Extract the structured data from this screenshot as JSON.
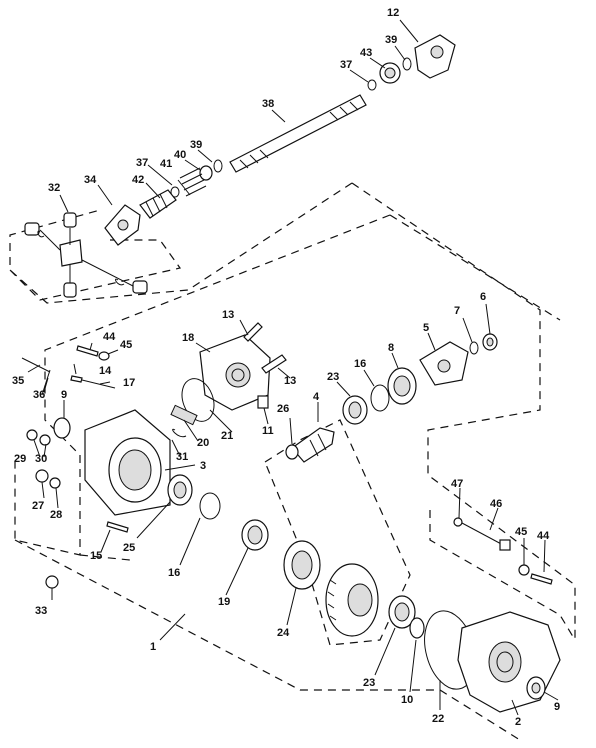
{
  "diagram": {
    "labels": [
      {
        "id": "l12",
        "text": "12"
      },
      {
        "id": "l39a",
        "text": "39"
      },
      {
        "id": "l43",
        "text": "43"
      },
      {
        "id": "l37a",
        "text": "37"
      },
      {
        "id": "l38",
        "text": "38"
      },
      {
        "id": "l39b",
        "text": "39"
      },
      {
        "id": "l40",
        "text": "40"
      },
      {
        "id": "l37b",
        "text": "37"
      },
      {
        "id": "l41",
        "text": "41"
      },
      {
        "id": "l42",
        "text": "42"
      },
      {
        "id": "l34",
        "text": "34"
      },
      {
        "id": "l32",
        "text": "32"
      },
      {
        "id": "l13a",
        "text": "13"
      },
      {
        "id": "l18",
        "text": "18"
      },
      {
        "id": "l44a",
        "text": "44"
      },
      {
        "id": "l45a",
        "text": "45"
      },
      {
        "id": "l35",
        "text": "35"
      },
      {
        "id": "l14",
        "text": "14"
      },
      {
        "id": "l17",
        "text": "17"
      },
      {
        "id": "l36",
        "text": "36"
      },
      {
        "id": "l9a",
        "text": "9"
      },
      {
        "id": "l13b",
        "text": "13"
      },
      {
        "id": "l23a",
        "text": "23"
      },
      {
        "id": "l16a",
        "text": "16"
      },
      {
        "id": "l8",
        "text": "8"
      },
      {
        "id": "l5",
        "text": "5"
      },
      {
        "id": "l7",
        "text": "7"
      },
      {
        "id": "l6",
        "text": "6"
      },
      {
        "id": "l4",
        "text": "4"
      },
      {
        "id": "l26",
        "text": "26"
      },
      {
        "id": "l11",
        "text": "11"
      },
      {
        "id": "l21",
        "text": "21"
      },
      {
        "id": "l20",
        "text": "20"
      },
      {
        "id": "l31",
        "text": "31"
      },
      {
        "id": "l29",
        "text": "29"
      },
      {
        "id": "l30",
        "text": "30"
      },
      {
        "id": "l3",
        "text": "3"
      },
      {
        "id": "l27",
        "text": "27"
      },
      {
        "id": "l28",
        "text": "28"
      },
      {
        "id": "l25",
        "text": "25"
      },
      {
        "id": "l15",
        "text": "15"
      },
      {
        "id": "l16b",
        "text": "16"
      },
      {
        "id": "l19",
        "text": "19"
      },
      {
        "id": "l47",
        "text": "47"
      },
      {
        "id": "l46",
        "text": "46"
      },
      {
        "id": "l45b",
        "text": "45"
      },
      {
        "id": "l44b",
        "text": "44"
      },
      {
        "id": "l33",
        "text": "33"
      },
      {
        "id": "l1",
        "text": "1"
      },
      {
        "id": "l24",
        "text": "24"
      },
      {
        "id": "l23b",
        "text": "23"
      },
      {
        "id": "l10",
        "text": "10"
      },
      {
        "id": "l22",
        "text": "22"
      },
      {
        "id": "l2",
        "text": "2"
      },
      {
        "id": "l9b",
        "text": "9"
      }
    ]
  }
}
